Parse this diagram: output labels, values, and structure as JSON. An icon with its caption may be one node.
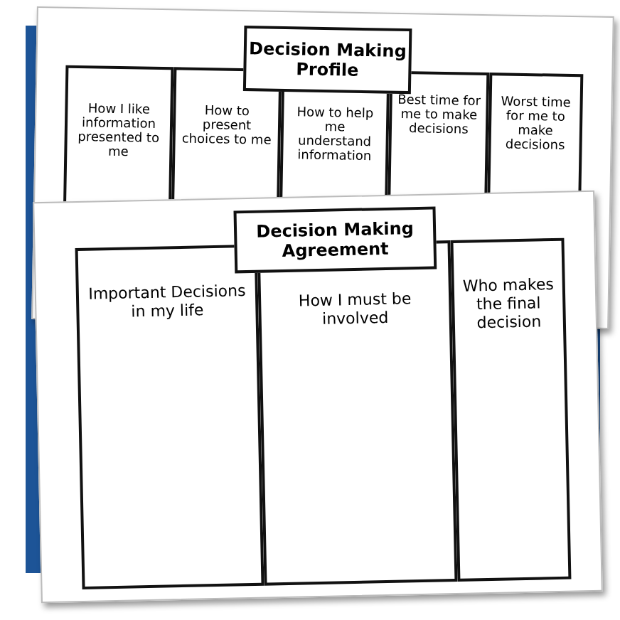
{
  "diagram": {
    "nodes": [
      {
        "text": [
          "Decision Making Profile"
        ]
      },
      {
        "text": [
          "How I like information presented to me"
        ]
      },
      {
        "text": [
          "How to present choices to me"
        ]
      },
      {
        "text": [
          "How to help me understand information"
        ]
      },
      {
        "text": [
          "Best time for me to make decisions"
        ]
      },
      {
        "text": [
          "Worst time for me to make decisions"
        ]
      },
      {
        "text": [
          "Decision Making Agreement"
        ]
      },
      {
        "text": [
          "Important Decisions in my life"
        ]
      },
      {
        "text": [
          "How I must be involved"
        ]
      },
      {
        "text": [
          "Who makes the final decision"
        ]
      }
    ]
  }
}
